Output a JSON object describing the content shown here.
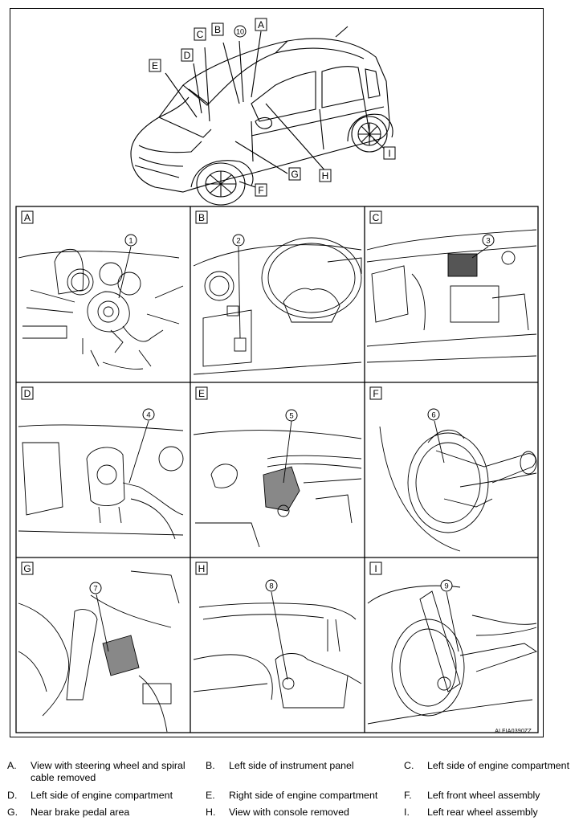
{
  "figure": {
    "code": "ALFIA0390ZZ",
    "car_callouts": [
      "A",
      "B",
      "C",
      "D",
      "E",
      "F",
      "G",
      "H",
      "I"
    ],
    "car_number_callout": "10",
    "panels": [
      {
        "letter": "A",
        "number": "1"
      },
      {
        "letter": "B",
        "number": "2"
      },
      {
        "letter": "C",
        "number": "3"
      },
      {
        "letter": "D",
        "number": "4"
      },
      {
        "letter": "E",
        "number": "5"
      },
      {
        "letter": "F",
        "number": "6"
      },
      {
        "letter": "G",
        "number": "7"
      },
      {
        "letter": "H",
        "number": "8"
      },
      {
        "letter": "I",
        "number": "9"
      }
    ]
  },
  "legend": [
    {
      "key": "A.",
      "text": "View with steering wheel and spiral cable removed"
    },
    {
      "key": "B.",
      "text": "Left side of instrument panel"
    },
    {
      "key": "C.",
      "text": "Left side of engine compartment"
    },
    {
      "key": "D.",
      "text": "Left side of engine compartment"
    },
    {
      "key": "E.",
      "text": "Right side of engine compartment"
    },
    {
      "key": "F.",
      "text": "Left front wheel assembly"
    },
    {
      "key": "G.",
      "text": "Near brake pedal area"
    },
    {
      "key": "H.",
      "text": "View with console removed"
    },
    {
      "key": "I.",
      "text": "Left rear wheel assembly"
    }
  ]
}
